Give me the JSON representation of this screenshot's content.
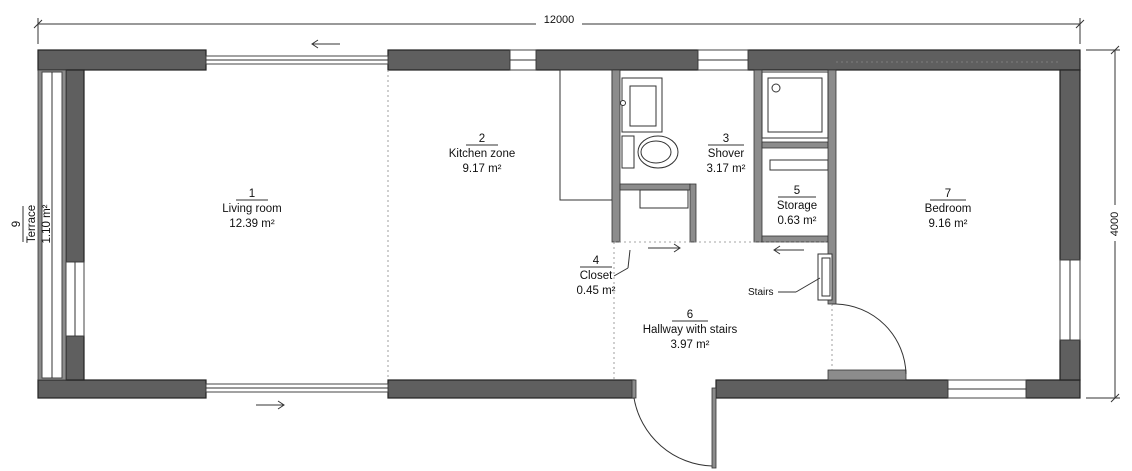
{
  "dimensions": {
    "overall_width": "12000",
    "overall_depth": "4000"
  },
  "rooms": [
    {
      "number": "1",
      "name": "Living room",
      "area": "12.39 m²"
    },
    {
      "number": "2",
      "name": "Kitchen zone",
      "area": "9.17 m²"
    },
    {
      "number": "3",
      "name": "Shover",
      "area": "3.17 m²"
    },
    {
      "number": "4",
      "name": "Closet",
      "area": "0.45 m²"
    },
    {
      "number": "5",
      "name": "Storage",
      "area": "0.63 m²"
    },
    {
      "number": "6",
      "name": "Hallway with stairs",
      "area": "3.97 m²"
    },
    {
      "number": "7",
      "name": "Bedroom",
      "area": "9.16 m²"
    },
    {
      "number": "9",
      "name": "Terrace",
      "area": "1.10 m²"
    }
  ],
  "annotations": {
    "stairs_label": "Stairs"
  }
}
